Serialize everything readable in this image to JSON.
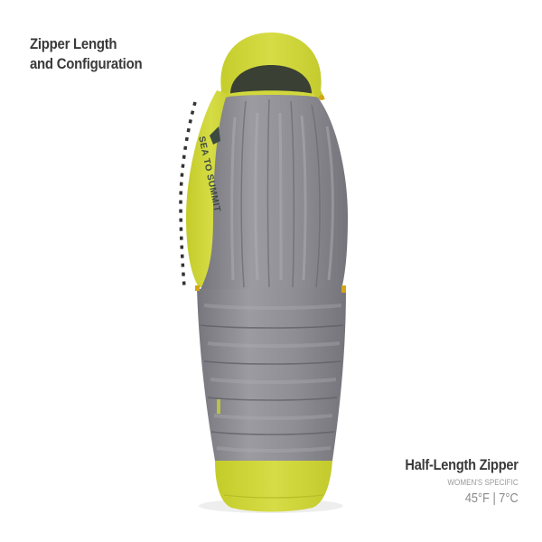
{
  "heading": {
    "line1": "Zipper Length",
    "line2": "and Configuration"
  },
  "product": {
    "brand": "SEA TO SUMMIT",
    "zipper": "Half-Length Zipper",
    "category": "WOMEN'S SPECIFIC",
    "temperature": "45°F | 7°C"
  },
  "colors": {
    "shell_gray": "#8a8a90",
    "accent_yellow": "#cfd634",
    "hood_lining": "#3a4034",
    "text_dark": "#3a3a3a",
    "text_light": "#9a9a9a"
  },
  "annotation": {
    "icon": "dotted-zipper-line"
  }
}
